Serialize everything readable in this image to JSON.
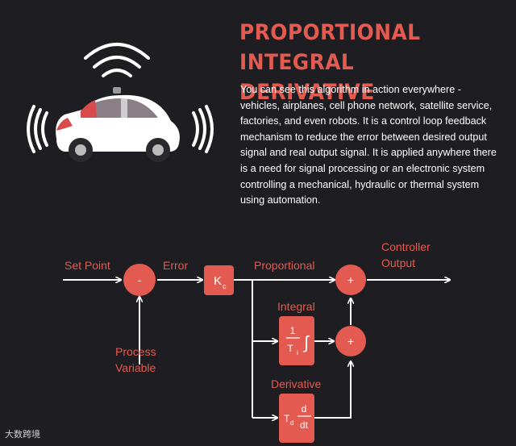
{
  "title_line1": "PROPORTIONAL INTEGRAL",
  "title_line2": "DERIVATIVE",
  "description": "You can see this algorithm in action everywhere - vehicles, airplanes, cell phone network, satellite service, factories, and even robots. It is a control loop feedback mechanism to reduce the error between desired output signal and real output signal. It is applied anywhere there is a need for signal processing or an electronic system controlling a mechanical, hydraulic or thermal system using automation.",
  "diagram": {
    "set_point": "Set Point",
    "error": "Error",
    "proportional": "Proportional",
    "controller_output_1": "Controller",
    "controller_output_2": "Output",
    "integral": "Integral",
    "derivative": "Derivative",
    "process_variable_1": "Process",
    "process_variable_2": "Variable",
    "minus_sign": "-",
    "plus_sign": "+",
    "kc_k": "K",
    "kc_c": "c",
    "integral_num": "1",
    "integral_den_t": "T",
    "integral_den_i": "i",
    "integral_symbol": "∫",
    "deriv_t": "T",
    "deriv_d": "d",
    "deriv_num": "d",
    "deriv_den": "dt"
  },
  "colors": {
    "accent": "#e25a50",
    "background": "#1e1e22",
    "text": "#ffffff"
  },
  "icons": [
    "autonomous-car-icon",
    "signal-waves-icon"
  ],
  "watermark": "大数跨境"
}
